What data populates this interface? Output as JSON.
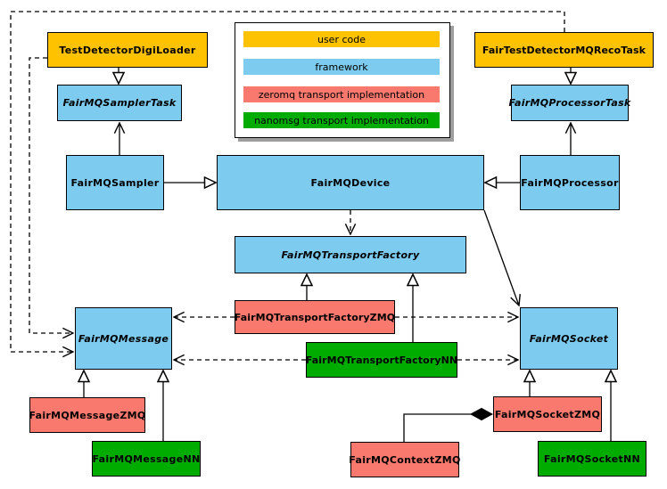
{
  "diagram": {
    "type": "uml-class-diagram",
    "legend": {
      "items": [
        {
          "label": "user code",
          "color": "#FFC200"
        },
        {
          "label": "framework",
          "color": "#7DCBEF"
        },
        {
          "label": "zeromq transport implementation",
          "color": "#F9796F"
        },
        {
          "label": "nanomsg transport implementation",
          "color": "#00AC00"
        }
      ]
    },
    "nodes": {
      "digi_loader": {
        "label": "TestDetectorDigiLoader",
        "category": "user code",
        "abstract": false
      },
      "reco_task": {
        "label": "FairTestDetectorMQRecoTask",
        "category": "user code",
        "abstract": false
      },
      "sampler_task": {
        "label": "FairMQSamplerTask",
        "category": "framework",
        "abstract": true
      },
      "processor_task": {
        "label": "FairMQProcessorTask",
        "category": "framework",
        "abstract": true
      },
      "sampler": {
        "label": "FairMQSampler",
        "category": "framework",
        "abstract": false
      },
      "device": {
        "label": "FairMQDevice",
        "category": "framework",
        "abstract": false
      },
      "processor": {
        "label": "FairMQProcessor",
        "category": "framework",
        "abstract": false
      },
      "transport_factory": {
        "label": "FairMQTransportFactory",
        "category": "framework",
        "abstract": true
      },
      "transport_factory_zmq": {
        "label": "FairMQTransportFactoryZMQ",
        "category": "zeromq transport implementation",
        "abstract": false
      },
      "transport_factory_nn": {
        "label": "FairMQTransportFactoryNN",
        "category": "nanomsg transport implementation",
        "abstract": false
      },
      "message": {
        "label": "FairMQMessage",
        "category": "framework",
        "abstract": true
      },
      "socket": {
        "label": "FairMQSocket",
        "category": "framework",
        "abstract": true
      },
      "message_zmq": {
        "label": "FairMQMessageZMQ",
        "category": "zeromq transport implementation",
        "abstract": false
      },
      "message_nn": {
        "label": "FairMQMessageNN",
        "category": "nanomsg transport implementation",
        "abstract": false
      },
      "socket_zmq": {
        "label": "FairMQSocketZMQ",
        "category": "zeromq transport implementation",
        "abstract": false
      },
      "socket_nn": {
        "label": "FairMQSocketNN",
        "category": "nanomsg transport implementation",
        "abstract": false
      },
      "context_zmq": {
        "label": "FairMQContextZMQ",
        "category": "zeromq transport implementation",
        "abstract": false
      }
    },
    "edges": [
      {
        "from": "TestDetectorDigiLoader",
        "to": "FairMQSamplerTask",
        "relation": "inheritance",
        "line": "solid"
      },
      {
        "from": "FairTestDetectorMQRecoTask",
        "to": "FairMQProcessorTask",
        "relation": "inheritance",
        "line": "solid"
      },
      {
        "from": "FairMQSampler",
        "to": "FairMQDevice",
        "relation": "inheritance",
        "line": "solid"
      },
      {
        "from": "FairMQProcessor",
        "to": "FairMQDevice",
        "relation": "inheritance",
        "line": "solid"
      },
      {
        "from": "FairMQSampler",
        "to": "FairMQSamplerTask",
        "relation": "arrow",
        "line": "solid"
      },
      {
        "from": "FairMQProcessor",
        "to": "FairMQProcessorTask",
        "relation": "arrow",
        "line": "solid"
      },
      {
        "from": "FairMQDevice",
        "to": "FairMQTransportFactory",
        "relation": "dependency",
        "line": "dashed"
      },
      {
        "from": "FairMQDevice",
        "to": "FairMQSocket",
        "relation": "arrow",
        "line": "solid"
      },
      {
        "from": "FairMQTransportFactoryZMQ",
        "to": "FairMQTransportFactory",
        "relation": "inheritance",
        "line": "solid"
      },
      {
        "from": "FairMQTransportFactoryNN",
        "to": "FairMQTransportFactory",
        "relation": "inheritance",
        "line": "solid"
      },
      {
        "from": "FairMQTransportFactoryZMQ",
        "to": "FairMQMessage",
        "relation": "dependency",
        "line": "dashed"
      },
      {
        "from": "FairMQTransportFactoryNN",
        "to": "FairMQMessage",
        "relation": "dependency",
        "line": "dashed"
      },
      {
        "from": "FairMQTransportFactoryZMQ",
        "to": "FairMQSocket",
        "relation": "dependency",
        "line": "dashed"
      },
      {
        "from": "FairMQTransportFactoryNN",
        "to": "FairMQSocket",
        "relation": "dependency",
        "line": "dashed"
      },
      {
        "from": "TestDetectorDigiLoader",
        "to": "FairMQMessage",
        "relation": "dependency",
        "line": "dashed"
      },
      {
        "from": "FairTestDetectorMQRecoTask",
        "to": "FairMQMessage",
        "relation": "dependency",
        "line": "dashed"
      },
      {
        "from": "FairMQMessageZMQ",
        "to": "FairMQMessage",
        "relation": "inheritance",
        "line": "solid"
      },
      {
        "from": "FairMQMessageNN",
        "to": "FairMQMessage",
        "relation": "inheritance",
        "line": "solid"
      },
      {
        "from": "FairMQSocketZMQ",
        "to": "FairMQSocket",
        "relation": "inheritance",
        "line": "solid"
      },
      {
        "from": "FairMQSocketNN",
        "to": "FairMQSocket",
        "relation": "inheritance",
        "line": "solid"
      },
      {
        "from": "FairMQContextZMQ",
        "to": "FairMQSocketZMQ",
        "relation": "composition",
        "line": "solid"
      }
    ],
    "colors": {
      "border": "#000000",
      "line": "#000000",
      "background": "#FFFFFF",
      "legend_shadow": "#9E9E9E"
    }
  }
}
